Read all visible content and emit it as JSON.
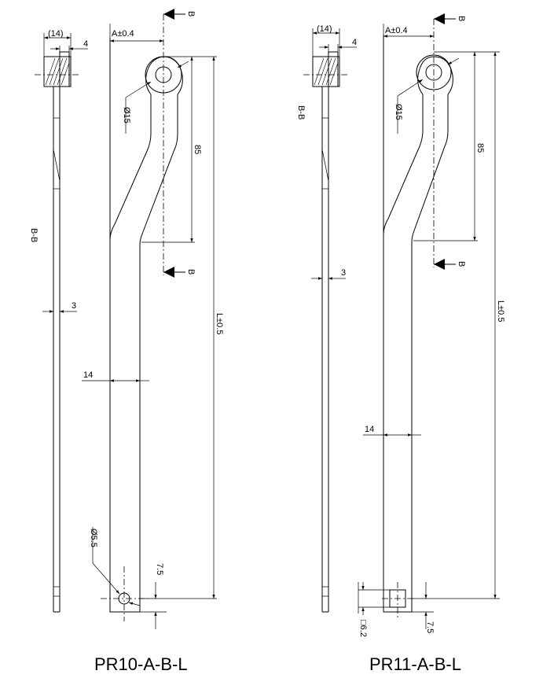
{
  "drawings": [
    {
      "title": "PR10-A-B-L",
      "dims": {
        "hub_width": "(14)",
        "flange": "4",
        "offset": "A±0.4",
        "bore": "Ø15",
        "rise": "85",
        "length": "L±0.5",
        "thickness": "3",
        "bar_width": "14",
        "hole": "Ø5.5",
        "end": "7.5",
        "section_label": "B-B",
        "cut": "B"
      }
    },
    {
      "title": "PR11-A-B-L",
      "dims": {
        "hub_width": "(14)",
        "flange": "4",
        "offset": "A±0.4",
        "bore": "Ø15",
        "rise": "85",
        "length": "L±0.5",
        "thickness": "3",
        "bar_width": "14",
        "square": "□6.2",
        "end": "7.5",
        "section_label": "B-B",
        "cut": "B"
      }
    }
  ]
}
